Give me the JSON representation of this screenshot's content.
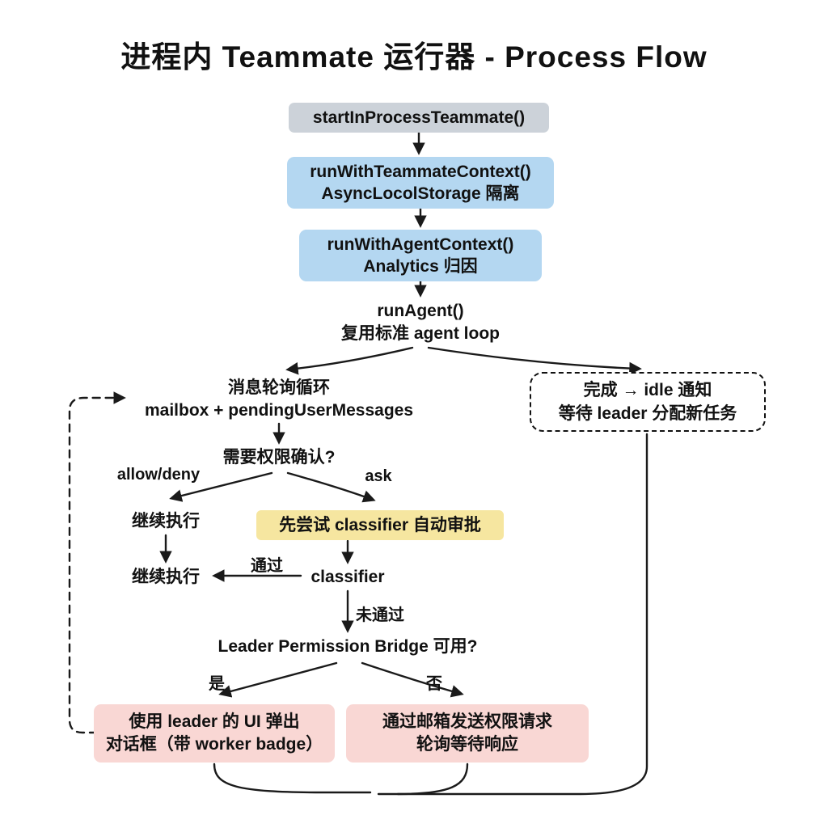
{
  "title": "进程内 Teammate 运行器 - Process Flow",
  "nodes": {
    "start": {
      "label": "startInProcessTeammate()"
    },
    "teammate_context": {
      "line1": "runWithTeammateContext()",
      "line2": "AsyncLocolStorage 隔离"
    },
    "agent_context": {
      "line1": "runWithAgentContext()",
      "line2": "Analytics 归因"
    },
    "run_agent": {
      "line1": "runAgent()",
      "line2": "复用标准 agent loop"
    },
    "message_loop": {
      "line1": "消息轮询循环",
      "line2": "mailbox + pendingUserMessages"
    },
    "idle_notify": {
      "line1": "完成 → idle 通知",
      "line2": "等待 leader 分配新任务"
    },
    "permission_check": {
      "label": "需要权限确认?"
    },
    "continue_1": {
      "label": "继续执行"
    },
    "continue_2": {
      "label": "继续执行"
    },
    "classifier_try": {
      "label": "先尝试 classifier 自动审批"
    },
    "classifier": {
      "label": "classifier"
    },
    "bridge_check": {
      "label": "Leader Permission Bridge 可用?"
    },
    "leader_ui": {
      "line1": "使用 leader 的 UI 弹出",
      "line2": "对话框（带 worker badge）"
    },
    "mailbox_request": {
      "line1": "通过邮箱发送权限请求",
      "line2": "轮询等待响应"
    }
  },
  "edge_labels": {
    "allow_deny": "allow/deny",
    "ask": "ask",
    "pass": "通过",
    "fail": "未通过",
    "yes": "是",
    "no": "否"
  },
  "colors": {
    "start_bg": "#ccd2d9",
    "context_bg": "#b4d7f1",
    "classifier_bg": "#f6e6a0",
    "pink_bg": "#f9d7d4",
    "line": "#1a1a1a",
    "background": "#ffffff"
  }
}
